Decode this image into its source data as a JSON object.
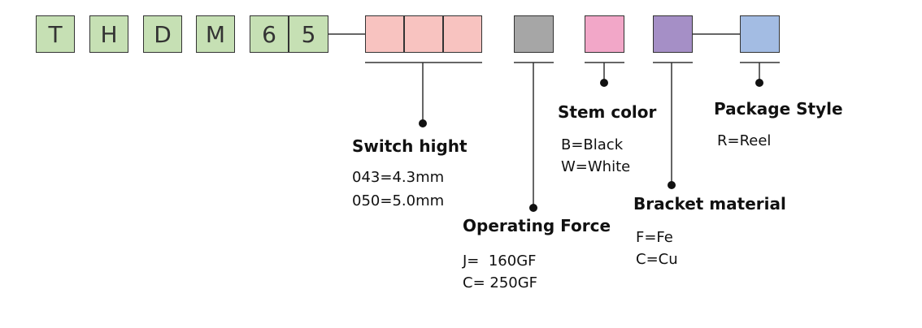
{
  "code_letters": [
    "T",
    "H",
    "D",
    "M",
    "6",
    "5"
  ],
  "colors": {
    "letter_box": "#c6e0b4",
    "switch_height": "#f8c3c0",
    "operating_force": "#a6a6a6",
    "stem_color": "#f2a7c8",
    "bracket_material": "#a58fc6",
    "package_style": "#a3bce3"
  },
  "groups": {
    "switch_height": {
      "title": "Switch hight",
      "options": [
        "043=4.3mm",
        "050=5.0mm"
      ]
    },
    "operating_force": {
      "title": "Operating Force",
      "options": [
        "J=  160GF",
        "C= 250GF"
      ]
    },
    "stem_color": {
      "title": "Stem color",
      "options": [
        "B=Black",
        "W=White"
      ]
    },
    "bracket_material": {
      "title": "Bracket material",
      "options": [
        "F=Fe",
        "C=Cu"
      ]
    },
    "package_style": {
      "title": "Package Style",
      "options": [
        "R=Reel"
      ]
    }
  }
}
